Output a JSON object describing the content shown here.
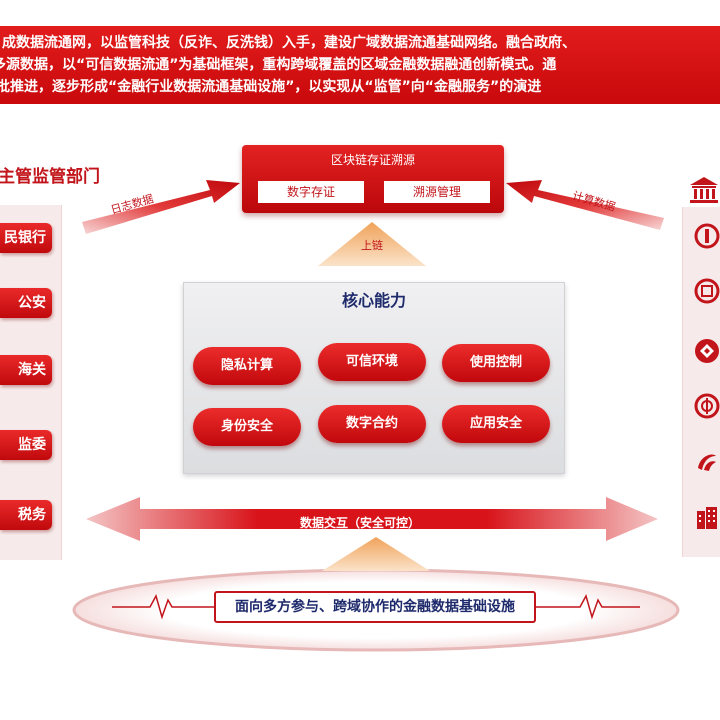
{
  "banner": {
    "line1": "成数据流通网，以监管科技（反诈、反洗钱）入手，建设广域数据流通基础网络。融合政府、",
    "line2": "多源数据，以“可信数据流通”为基础框架，重构跨域覆盖的区域金融数据融通创新模式。通",
    "line3": "批推进，逐步形成“金融行业数据流通基础设施”，以实现从“监管”向“金融服务”的演进"
  },
  "left": {
    "title": "主管监管部门",
    "items": [
      "民银行",
      "公安",
      "海关",
      "监委",
      "税务"
    ]
  },
  "blockchain": {
    "title": "区块链存证溯源",
    "items": [
      "数字存证",
      "溯源管理"
    ]
  },
  "arrows": {
    "left_label": "日志数据",
    "right_label": "计算数据",
    "up_label": "上链"
  },
  "core": {
    "title": "核心能力",
    "capabilities": [
      "隐私计算",
      "可信环境",
      "使用控制",
      "身份安全",
      "数字合约",
      "应用安全"
    ]
  },
  "exchange": {
    "label": "数据交互（安全可控）"
  },
  "infrastructure": {
    "label": "面向多方参与、跨域协作的金融数据基础设施"
  },
  "icons": {
    "right": [
      "bank-building-icon",
      "bank-logo-1-icon",
      "bank-logo-2-icon",
      "bank-logo-3-icon",
      "bank-logo-4-icon",
      "bank-logo-5-icon",
      "office-building-icon"
    ]
  },
  "colors": {
    "primary_red": "#c2151b",
    "banner_red": "#d61014",
    "navy_text": "#1e2a6b",
    "panel_grey": "#e4e5e8"
  }
}
